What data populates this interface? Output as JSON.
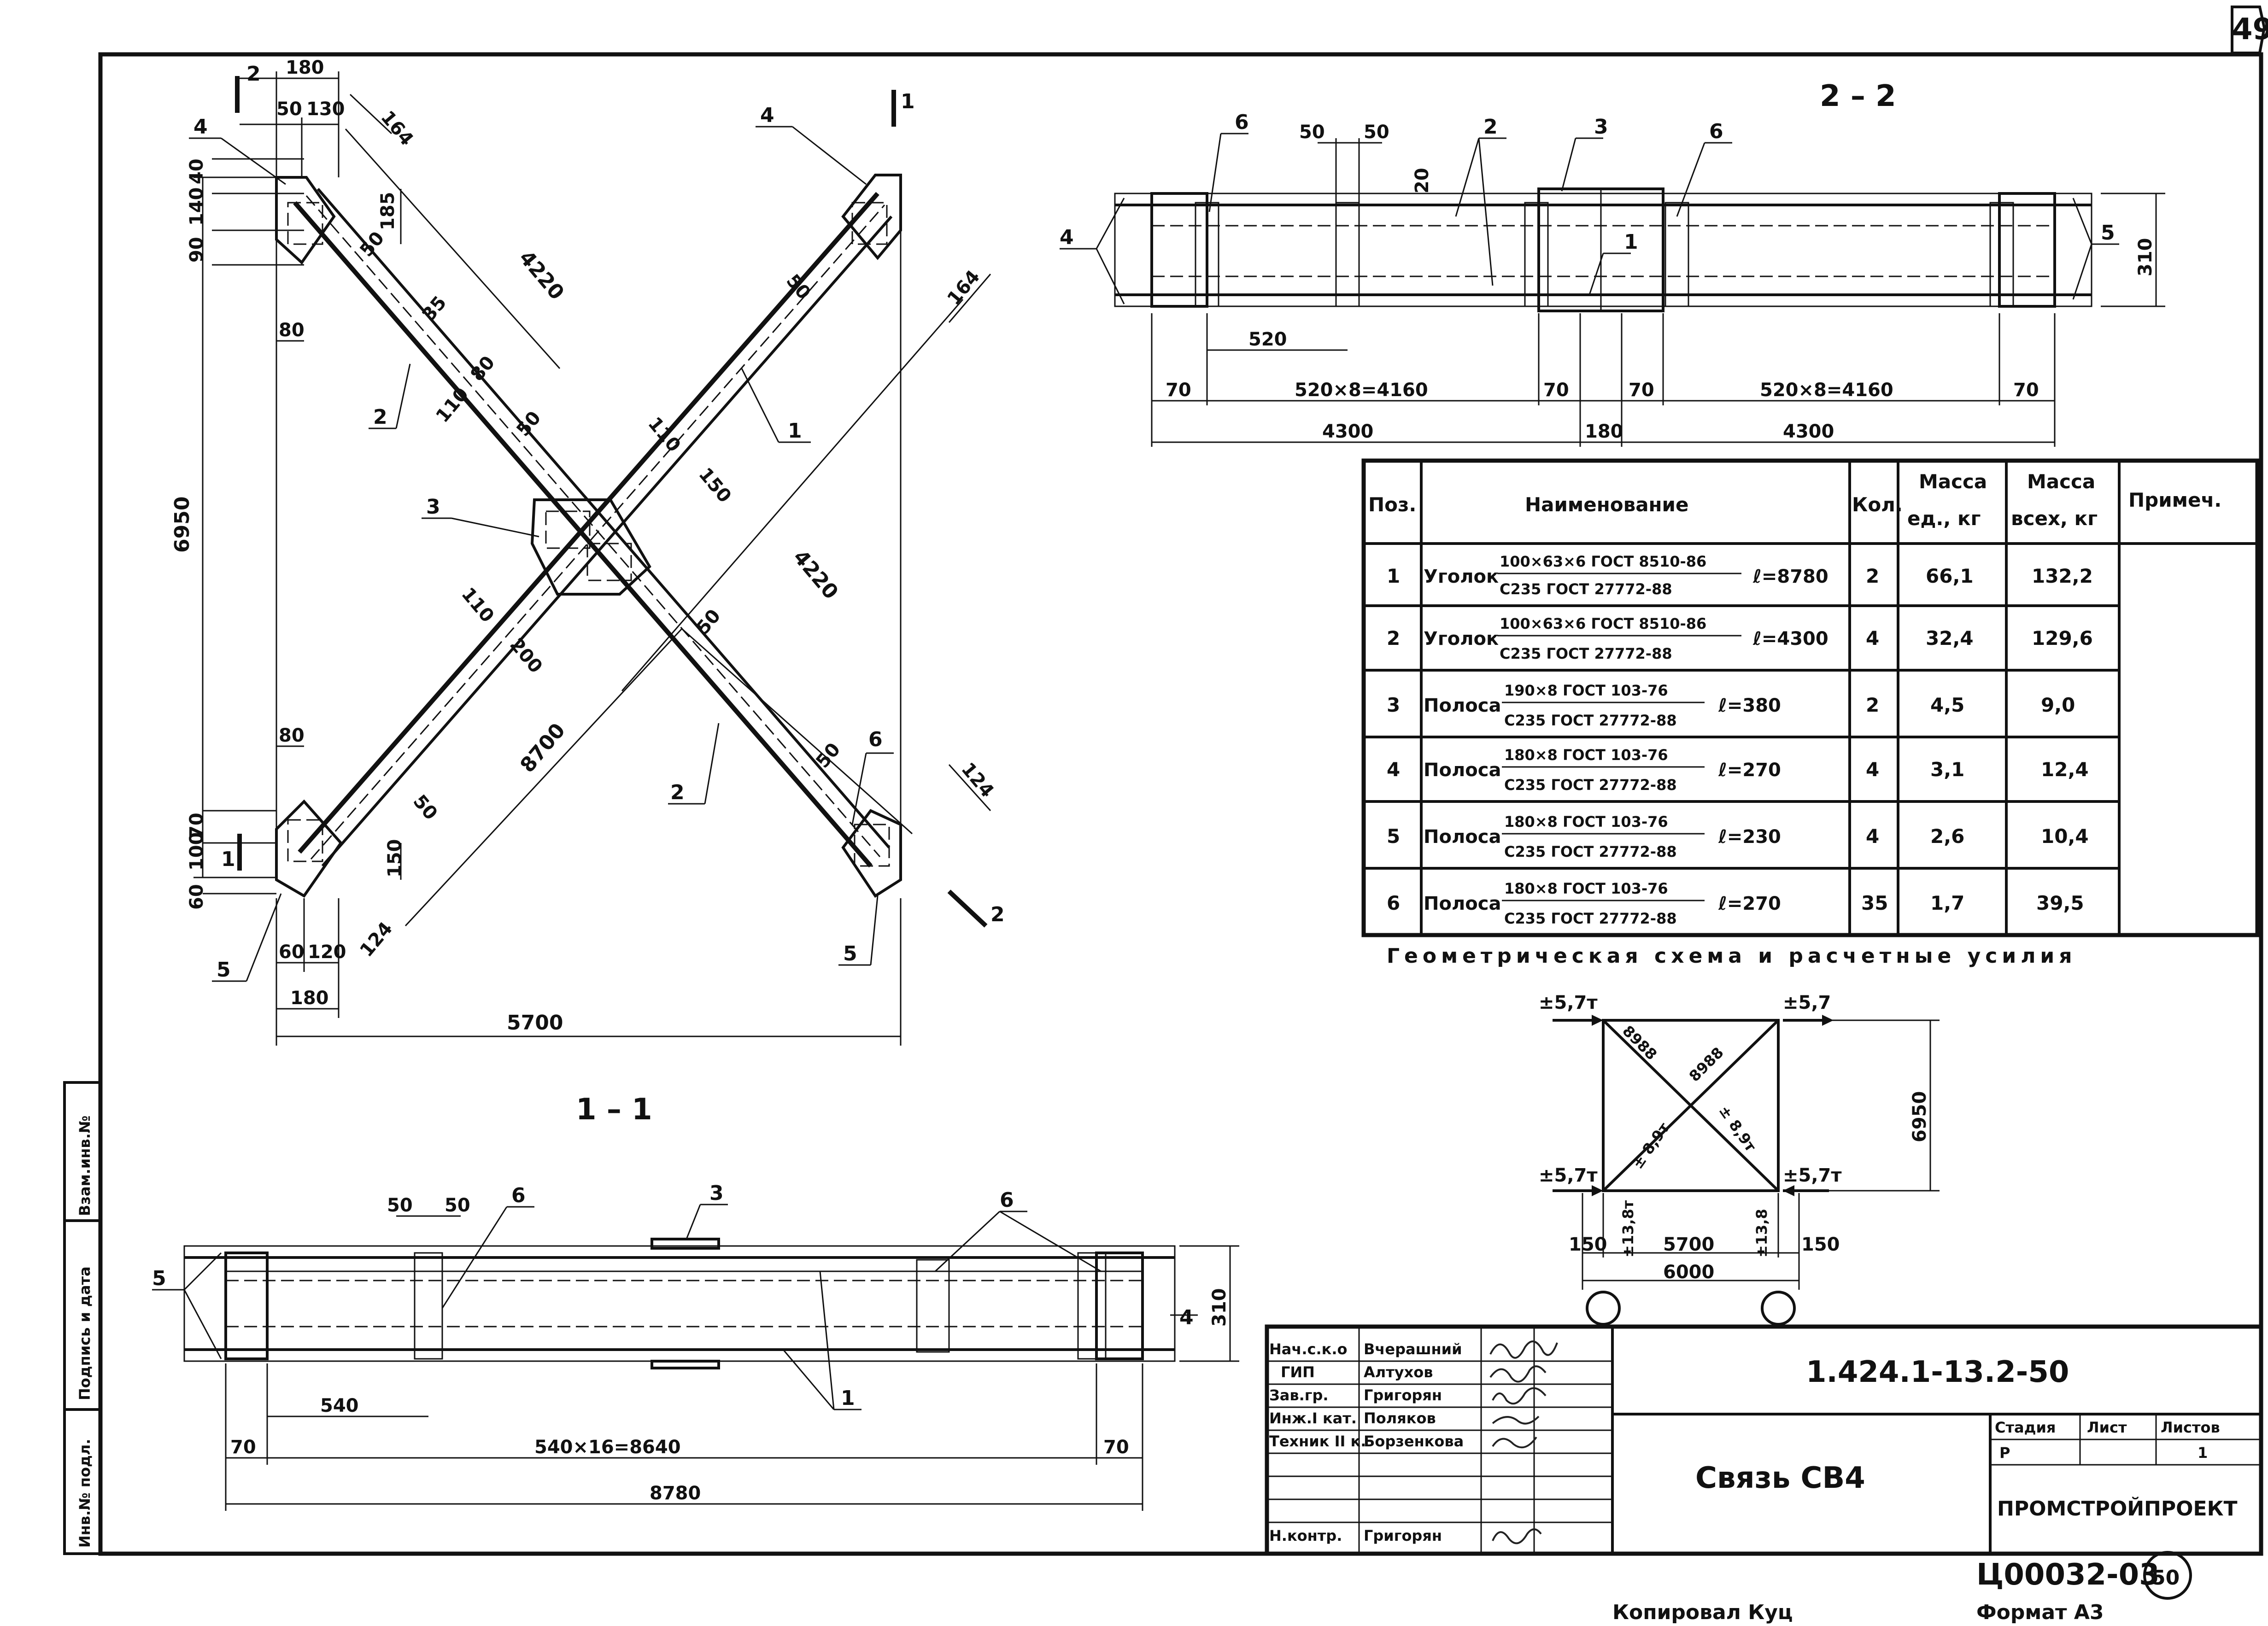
{
  "sheet": {
    "page_number": "49",
    "drawing_code": "1.424.1-13.2-50",
    "title": "Связь СВ4",
    "organization": "ПРОМСТРОЙПРОЕКТ",
    "format_label": "Формат А3",
    "archive_number": "Ц00032-03",
    "archive_circle": "50",
    "copied_by": "Копировал Куц",
    "stage_header": "Стадия",
    "sheet_header": "Лист",
    "sheets_header": "Листов",
    "stage_value": "Р",
    "sheets_value": "1"
  },
  "side_stamp": {
    "inv_podl": "Инв.№ подл.",
    "podpis_data": "Подпись и дата",
    "vzam_inv": "Взам.инв.№"
  },
  "signatures": [
    {
      "role": "Нач.с.к.о",
      "name": "Вчерашний"
    },
    {
      "role": "ГИП",
      "name": "Алтухов"
    },
    {
      "role": "Зав.гр.",
      "name": "Григорян"
    },
    {
      "role": "Инж.I кат.",
      "name": "Поляков"
    },
    {
      "role": "Техник II к.",
      "name": "Борзенкова"
    },
    {
      "role": "Н.контр.",
      "name": "Григорян"
    }
  ],
  "spec_table": {
    "headers": {
      "pos": "Поз.",
      "name": "Наименование",
      "qty": "Кол.",
      "mass_unit_1": "Масса",
      "mass_unit_2": "ед., кг",
      "mass_total_1": "Масса",
      "mass_total_2": "всех, кг",
      "note": "Примеч."
    },
    "rows": [
      {
        "pos": "1",
        "kind": "Уголок",
        "profile": "100×63×6 ГОСТ 8510-86",
        "steel": "С235 ГОСТ 27772-88",
        "length": "ℓ=8780",
        "qty": "2",
        "mass_unit": "66,1",
        "mass_total": "132,2"
      },
      {
        "pos": "2",
        "kind": "Уголок",
        "profile": "100×63×6 ГОСТ 8510-86",
        "steel": "С235 ГОСТ 27772-88",
        "length": "ℓ=4300",
        "qty": "4",
        "mass_unit": "32,4",
        "mass_total": "129,6"
      },
      {
        "pos": "3",
        "kind": "Полоса",
        "profile": "190×8 ГОСТ 103-76",
        "steel": "С235 ГОСТ 27772-88",
        "length": "ℓ=380",
        "qty": "2",
        "mass_unit": "4,5",
        "mass_total": "9,0"
      },
      {
        "pos": "4",
        "kind": "Полоса",
        "profile": "180×8 ГОСТ 103-76",
        "steel": "С235 ГОСТ 27772-88",
        "length": "ℓ=270",
        "qty": "4",
        "mass_unit": "3,1",
        "mass_total": "12,4"
      },
      {
        "pos": "5",
        "kind": "Полоса",
        "profile": "180×8 ГОСТ 103-76",
        "steel": "С235 ГОСТ 27772-88",
        "length": "ℓ=230",
        "qty": "4",
        "mass_unit": "2,6",
        "mass_total": "10,4"
      },
      {
        "pos": "6",
        "kind": "Полоса",
        "profile": "180×8 ГОСТ 103-76",
        "steel": "С235 ГОСТ 27772-88",
        "length": "ℓ=270",
        "qty": "35",
        "mass_unit": "1,7",
        "mass_total": "39,5"
      }
    ]
  },
  "views": {
    "section_1_1": "1 – 1",
    "section_2_2": "2 – 2",
    "geom_title": "Геометрическая схема и расчетные усилия"
  },
  "main_view": {
    "dims": {
      "d180": "180",
      "d50": "50",
      "d130": "130",
      "d164": "164",
      "d40": "40",
      "d90": "90",
      "d140": "140",
      "d185": "185",
      "d4220": "4220",
      "d35": "35",
      "d80": "80",
      "d110": "110",
      "d150": "150",
      "d200": "200",
      "d8700": "8700",
      "d6950": "6950",
      "d100": "100",
      "d70": "70",
      "d60": "60",
      "d120": "120",
      "d124": "124",
      "d5700": "5700"
    },
    "marks": {
      "m1": "1",
      "m2": "2",
      "m3": "3",
      "m4": "4",
      "m5": "5",
      "m6": "6"
    }
  },
  "section_2_2_dims": {
    "d50": "50",
    "d20": "20",
    "d520": "520",
    "d70": "70",
    "d520x8": "520×8=4160",
    "d180": "180",
    "d4300": "4300",
    "d310": "310"
  },
  "section_1_1_dims": {
    "d50": "50",
    "d540": "540",
    "d70": "70",
    "d540x16": "540×16=8640",
    "d8780": "8780",
    "d310": "310"
  },
  "geometry_scheme": {
    "force_tl": "±5,7т",
    "force_tr": "±5,7",
    "force_bl": "±5,7т",
    "force_br": "±5,7т",
    "diag_len_1": "8988",
    "diag_len_2": "8988",
    "diag_force_1": "± 8,9т",
    "diag_force_2": "± 8,9т",
    "height": "6950",
    "width_inner": "5700",
    "width_outer": "6000",
    "offset_l": "150",
    "offset_r": "150",
    "support_l": "±13,8т",
    "support_r": "±13,8"
  }
}
